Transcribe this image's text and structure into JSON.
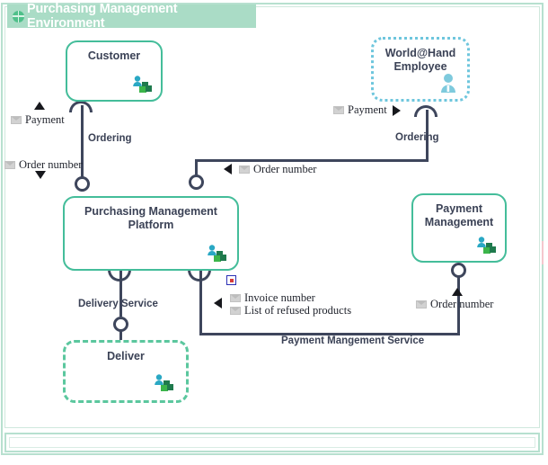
{
  "window": {
    "title": "Purchasing Management Environment",
    "title_icon": "globe-icon",
    "accent_color": "#aadcc6",
    "frame_color": "#b7e0cf"
  },
  "diagram": {
    "type": "component-diagram",
    "nodes": [
      {
        "id": "customer",
        "label": "Customer",
        "style": "solid",
        "border_color": "#44bd9a",
        "icon": "collaboration-icon"
      },
      {
        "id": "world-at-hand-employee",
        "label": "World@Hand\nEmployee",
        "label_line1": "World@Hand",
        "label_line2": "Employee",
        "style": "dotted",
        "border_color": "#6ec6dd",
        "icon": "user-icon"
      },
      {
        "id": "purchasing-management-platform",
        "label_line1": "Purchasing Management",
        "label_line2": "Platform",
        "style": "solid",
        "border_color": "#44bd9a",
        "icon": "collaboration-icon"
      },
      {
        "id": "payment-management",
        "label_line1": "Payment",
        "label_line2": "Management",
        "style": "solid",
        "border_color": "#44bd9a",
        "icon": "collaboration-icon"
      },
      {
        "id": "deliver",
        "label": "Deliver",
        "style": "dashed",
        "border_color": "#5bc79e",
        "icon": "collaboration-icon"
      }
    ],
    "interface_labels": [
      {
        "id": "ordering-customer",
        "text": "Ordering"
      },
      {
        "id": "ordering-employee",
        "text": "Ordering"
      },
      {
        "id": "delivery-service",
        "text": "Delivery Service"
      },
      {
        "id": "payment-management-service",
        "text": "Payment Mangement Service"
      }
    ],
    "messages": [
      {
        "id": "payment-customer",
        "text": "Payment",
        "arrow": "up"
      },
      {
        "id": "order-number-customer",
        "text": "Order number",
        "arrow": "down"
      },
      {
        "id": "payment-employee",
        "text": "Payment",
        "arrow": "right"
      },
      {
        "id": "order-number-platform",
        "text": "Order number",
        "arrow": "left"
      },
      {
        "id": "invoice-number",
        "text": "Invoice number",
        "arrow": "left"
      },
      {
        "id": "list-of-refused-products",
        "text": "List of refused products",
        "arrow": "none"
      },
      {
        "id": "order-number-payment",
        "text": "Order number",
        "arrow": "up"
      }
    ],
    "note_marker": "note-icon"
  }
}
